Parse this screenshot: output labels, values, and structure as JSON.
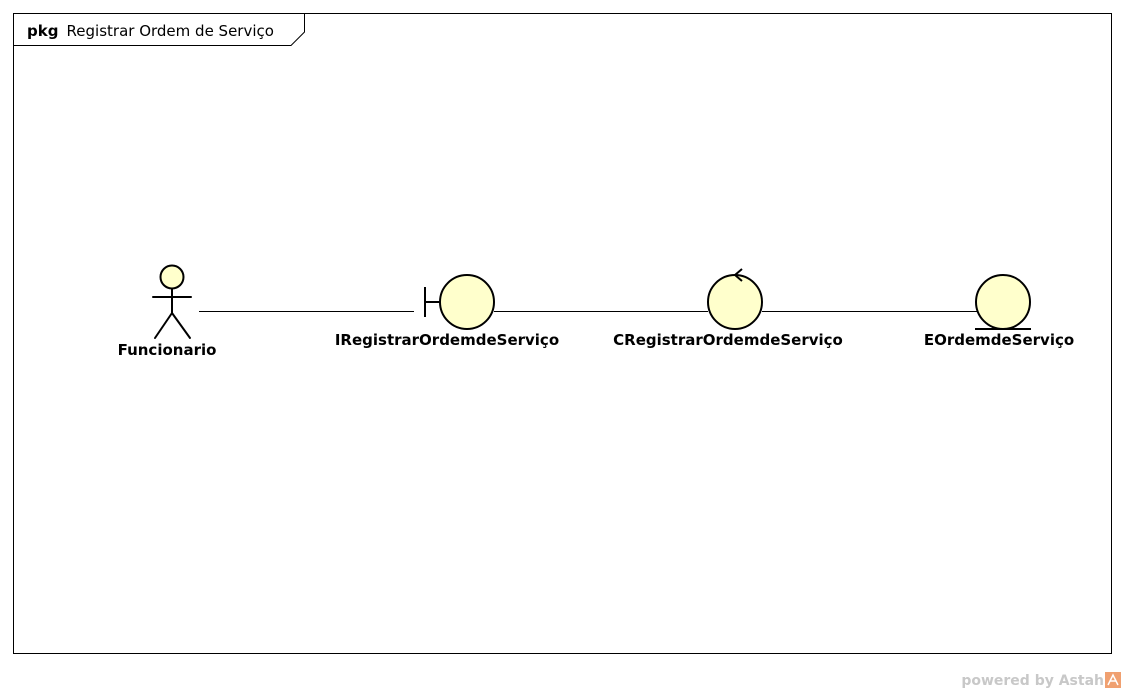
{
  "frame": {
    "keyword": "pkg",
    "name": "Registrar Ordem de Serviço"
  },
  "elements": {
    "actor": {
      "label": "Funcionario",
      "icon": "actor-icon"
    },
    "boundary": {
      "label": "IRegistrarOrdemdeServiço",
      "icon": "boundary-icon"
    },
    "control": {
      "label": "CRegistrarOrdemdeServiço",
      "icon": "control-icon"
    },
    "entity": {
      "label": "EOrdemdeServiço",
      "icon": "entity-icon"
    }
  },
  "watermark": {
    "text": "powered by Astah",
    "icon": "astah-logo-icon"
  },
  "colors": {
    "element_fill": "#ffffcc",
    "stroke": "#000000",
    "watermark_text": "#c8c8c8",
    "watermark_logo": "#f0a070"
  }
}
